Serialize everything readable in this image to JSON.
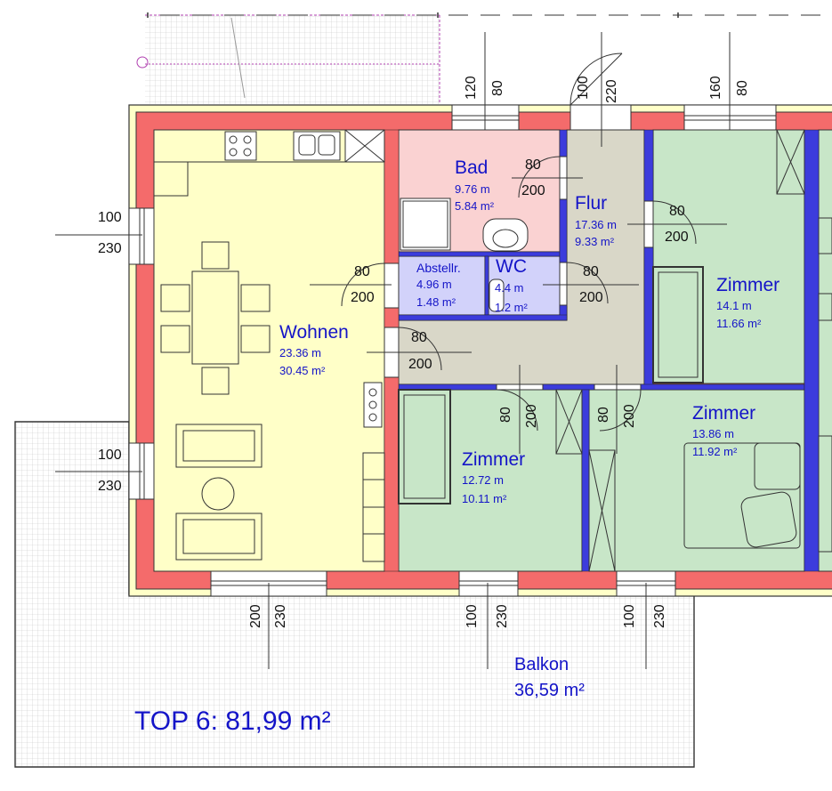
{
  "plan_title": "TOP 6: 81,99 m²",
  "rooms": {
    "wohnen": {
      "name": "Wohnen",
      "perimeter": "23.36 m",
      "area": "30.45 m²"
    },
    "bad": {
      "name": "Bad",
      "perimeter": "9.76 m",
      "area": "5.84 m²"
    },
    "flur": {
      "name": "Flur",
      "perimeter": "17.36 m",
      "area": "9.33 m²"
    },
    "abstellraum": {
      "name": "Abstellr.",
      "perimeter": "4.96 m",
      "area": "1.48 m²"
    },
    "wc": {
      "name": "WC",
      "perimeter": "4.4 m",
      "area": "1.2 m²"
    },
    "zimmer1": {
      "name": "Zimmer",
      "perimeter": "14.1 m",
      "area": "11.66 m²"
    },
    "zimmer2": {
      "name": "Zimmer",
      "perimeter": "12.72 m",
      "area": "10.11 m²"
    },
    "zimmer3": {
      "name": "Zimmer",
      "perimeter": "13.86 m",
      "area": "11.92 m²"
    }
  },
  "balkon": {
    "name": "Balkon",
    "area": "36,59 m²"
  },
  "dimensions": {
    "top_window_width": "120",
    "top_window_sill": "80",
    "entrance_width": "100",
    "entrance_height": "220",
    "top_right_window_width": "160",
    "top_right_window_sill": "80",
    "left_upper_window_width": "100",
    "left_upper_window_height": "230",
    "left_lower_window_width": "100",
    "left_lower_window_height": "230",
    "bad_door_width": "80",
    "bad_door_height": "200",
    "zimmer1_door_width": "80",
    "zimmer1_door_height": "200",
    "abstell_door_width": "80",
    "abstell_door_height": "200",
    "wc_door_width": "80",
    "wc_door_height": "200",
    "wohnen_door_width": "80",
    "wohnen_door_height": "200",
    "zimmer2_door_width": "80",
    "zimmer2_door_height": "200",
    "zimmer3_door_width": "80",
    "zimmer3_door_height": "200",
    "bottom_left_door_width": "200",
    "bottom_left_door_height": "230",
    "bottom_mid_door_width": "100",
    "bottom_mid_door_height": "230",
    "bottom_right_door_width": "100",
    "bottom_right_door_height": "230"
  },
  "colors": {
    "wall": "#f46b6b",
    "wohnen": "#ffffc8",
    "bad": "#fad2d2",
    "flur": "#d9d7c8",
    "wc_abstell": "#d2d2fa",
    "zimmer": "#c8e6c8",
    "partition": "#3c3cdc",
    "label": "#1414c8"
  }
}
